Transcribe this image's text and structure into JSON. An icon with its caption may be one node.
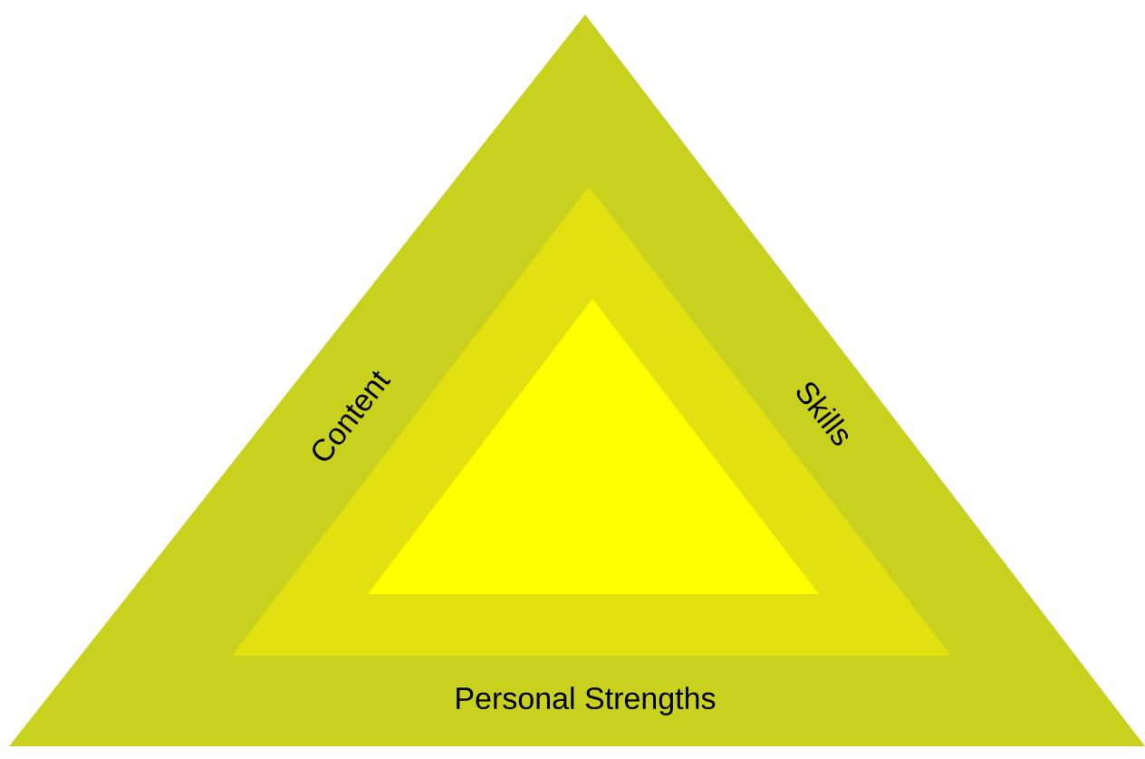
{
  "diagram": {
    "nodes": [
      {
        "text": [
          "Content",
          "Skills",
          "Personal Strengths"
        ]
      },
      {
        "text": [],
        "shape": "triangle",
        "in": 0
      },
      {
        "text": [],
        "shape": "triangle",
        "in": 1
      }
    ]
  }
}
